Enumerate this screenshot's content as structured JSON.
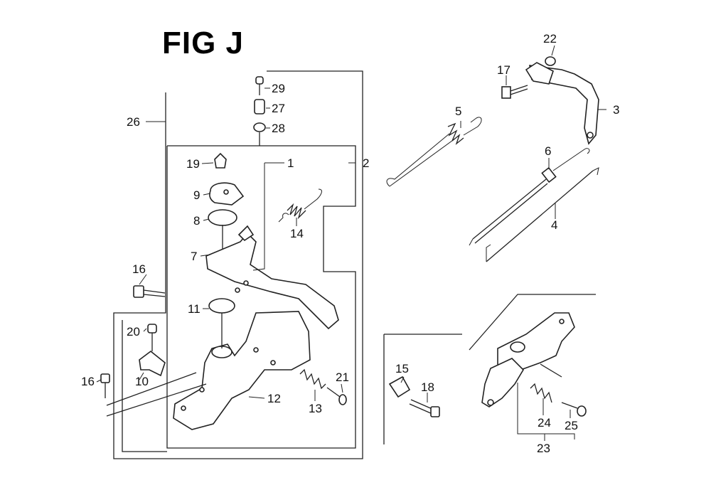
{
  "figure": {
    "title": "FIG J"
  },
  "callouts": {
    "c1": "1",
    "c2": "2",
    "c3": "3",
    "c4": "4",
    "c5": "5",
    "c6": "6",
    "c7": "7",
    "c8": "8",
    "c9": "9",
    "c10": "10",
    "c11": "11",
    "c12": "12",
    "c13": "13",
    "c14": "14",
    "c15": "15",
    "c16a": "16",
    "c16b": "16",
    "c17": "17",
    "c18": "18",
    "c19": "19",
    "c20": "20",
    "c21": "21",
    "c22": "22",
    "c23": "23",
    "c24": "24",
    "c25": "25",
    "c26": "26",
    "c27": "27",
    "c28": "28",
    "c29": "29"
  }
}
